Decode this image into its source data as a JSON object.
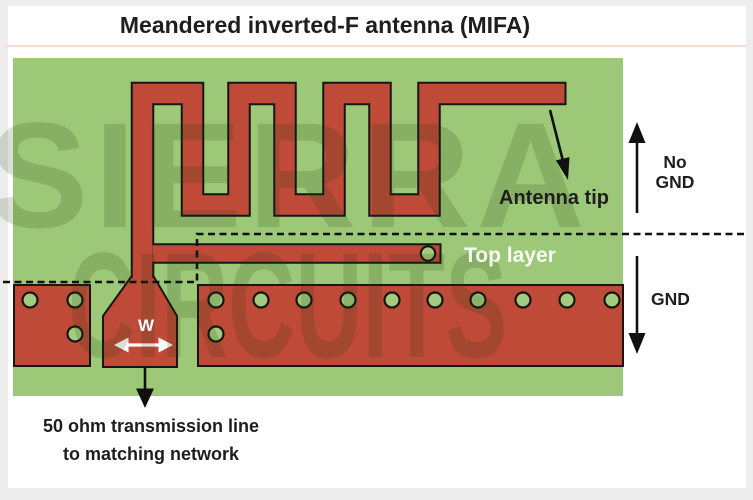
{
  "title": "Meandered inverted-F antenna (MIFA)",
  "watermark": {
    "line1": "SIERRA",
    "line2": "CIRCUITS"
  },
  "annotations": {
    "antenna_tip": "Antenna tip",
    "top_layer": "Top layer",
    "no_gnd_line1": "No",
    "no_gnd_line2": "GND",
    "gnd": "GND",
    "trace_width": "W",
    "feed_note_line1": "50 ohm transmission line",
    "feed_note_line2": "to matching network"
  },
  "colors": {
    "pcb_green": "#9dc877",
    "copper_red": "#bf4a38",
    "outline_black": "#161616",
    "via_green": "#a3cb7d",
    "label_dark": "#1e1e1e",
    "label_white": "#ffffff",
    "watermark_green": "rgba(25,55,10,0.16)",
    "page_border_gray": "#ededed"
  }
}
